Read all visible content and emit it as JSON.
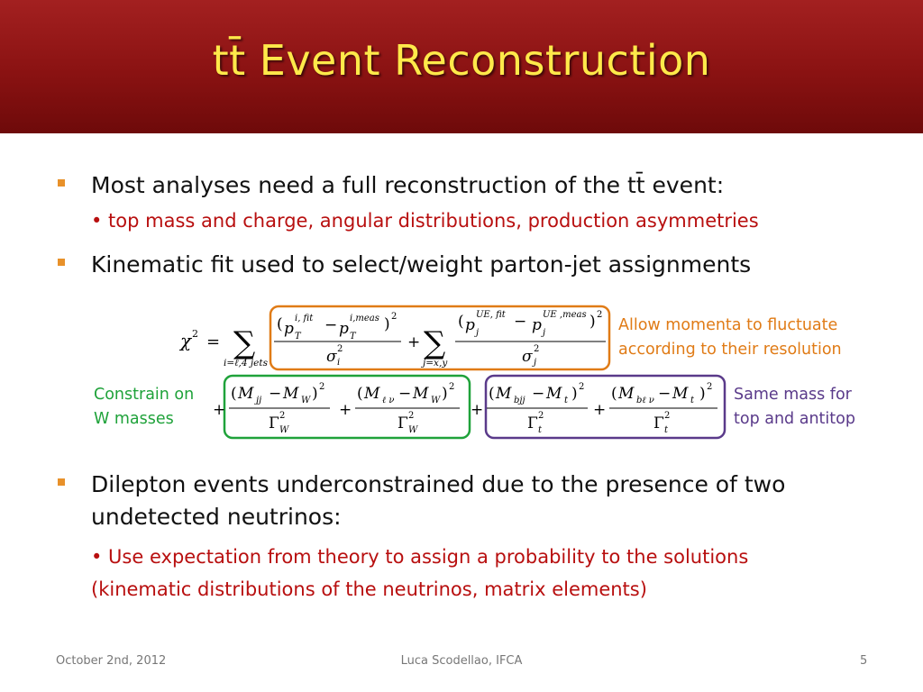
{
  "slide": {
    "title": "tt̄ Event Reconstruction"
  },
  "bullets": [
    {
      "text": "Most analyses need a full reconstruction of the tt̄ event:"
    },
    {
      "sub": "• top mass and charge, angular distributions, production asymmetries"
    },
    {
      "text": "Kinematic fit used to select/weight parton-jet assignments"
    },
    {
      "text_line1": "Dilepton events underconstrained due to the presence of two",
      "text_line2": "undetected neutrinos:"
    },
    {
      "sub_line1": "• Use expectation from theory to assign a probability to the solutions",
      "sub_line2": "(kinematic distributions of the neutrinos, matrix elements)"
    }
  ],
  "annotations": {
    "orange": {
      "line1": "Allow momenta to fluctuate",
      "line2": "according to their resolution",
      "color": "#e07b16"
    },
    "green": {
      "line1": "Constrain on",
      "line2": "W masses",
      "color": "#1fa23a"
    },
    "purple": {
      "line1": "Same mass for",
      "line2": "top and antitop",
      "color": "#5a3a8a"
    }
  },
  "equation": {
    "chi": "χ",
    "sum1_index": "i=ℓ,4 jets",
    "sum2_index": "j=x,y",
    "pT": "p",
    "T": "T",
    "sup_fit": "i, fit",
    "sup_meas": "i,meas",
    "sigma": "σ",
    "pj": "p",
    "j": "j",
    "sup_ue_fit": "UE, fit",
    "sup_ue_meas": "UE ,meas",
    "M": "M",
    "jj": "jj",
    "W": "W",
    "lnu": "ℓ ν",
    "bjj": "bjj",
    "t": "t",
    "blnu": "bℓ ν",
    "Gamma": "Γ",
    "two": "2",
    "i": "i"
  },
  "footer": {
    "date": "October 2nd, 2012",
    "author": "Luca Scodellao, IFCA",
    "page": "5"
  },
  "colors": {
    "title_bg": "#8a1212",
    "title_text": "#ffe94a",
    "bullet": "#e8912a",
    "sub_text": "#b80f0f"
  }
}
